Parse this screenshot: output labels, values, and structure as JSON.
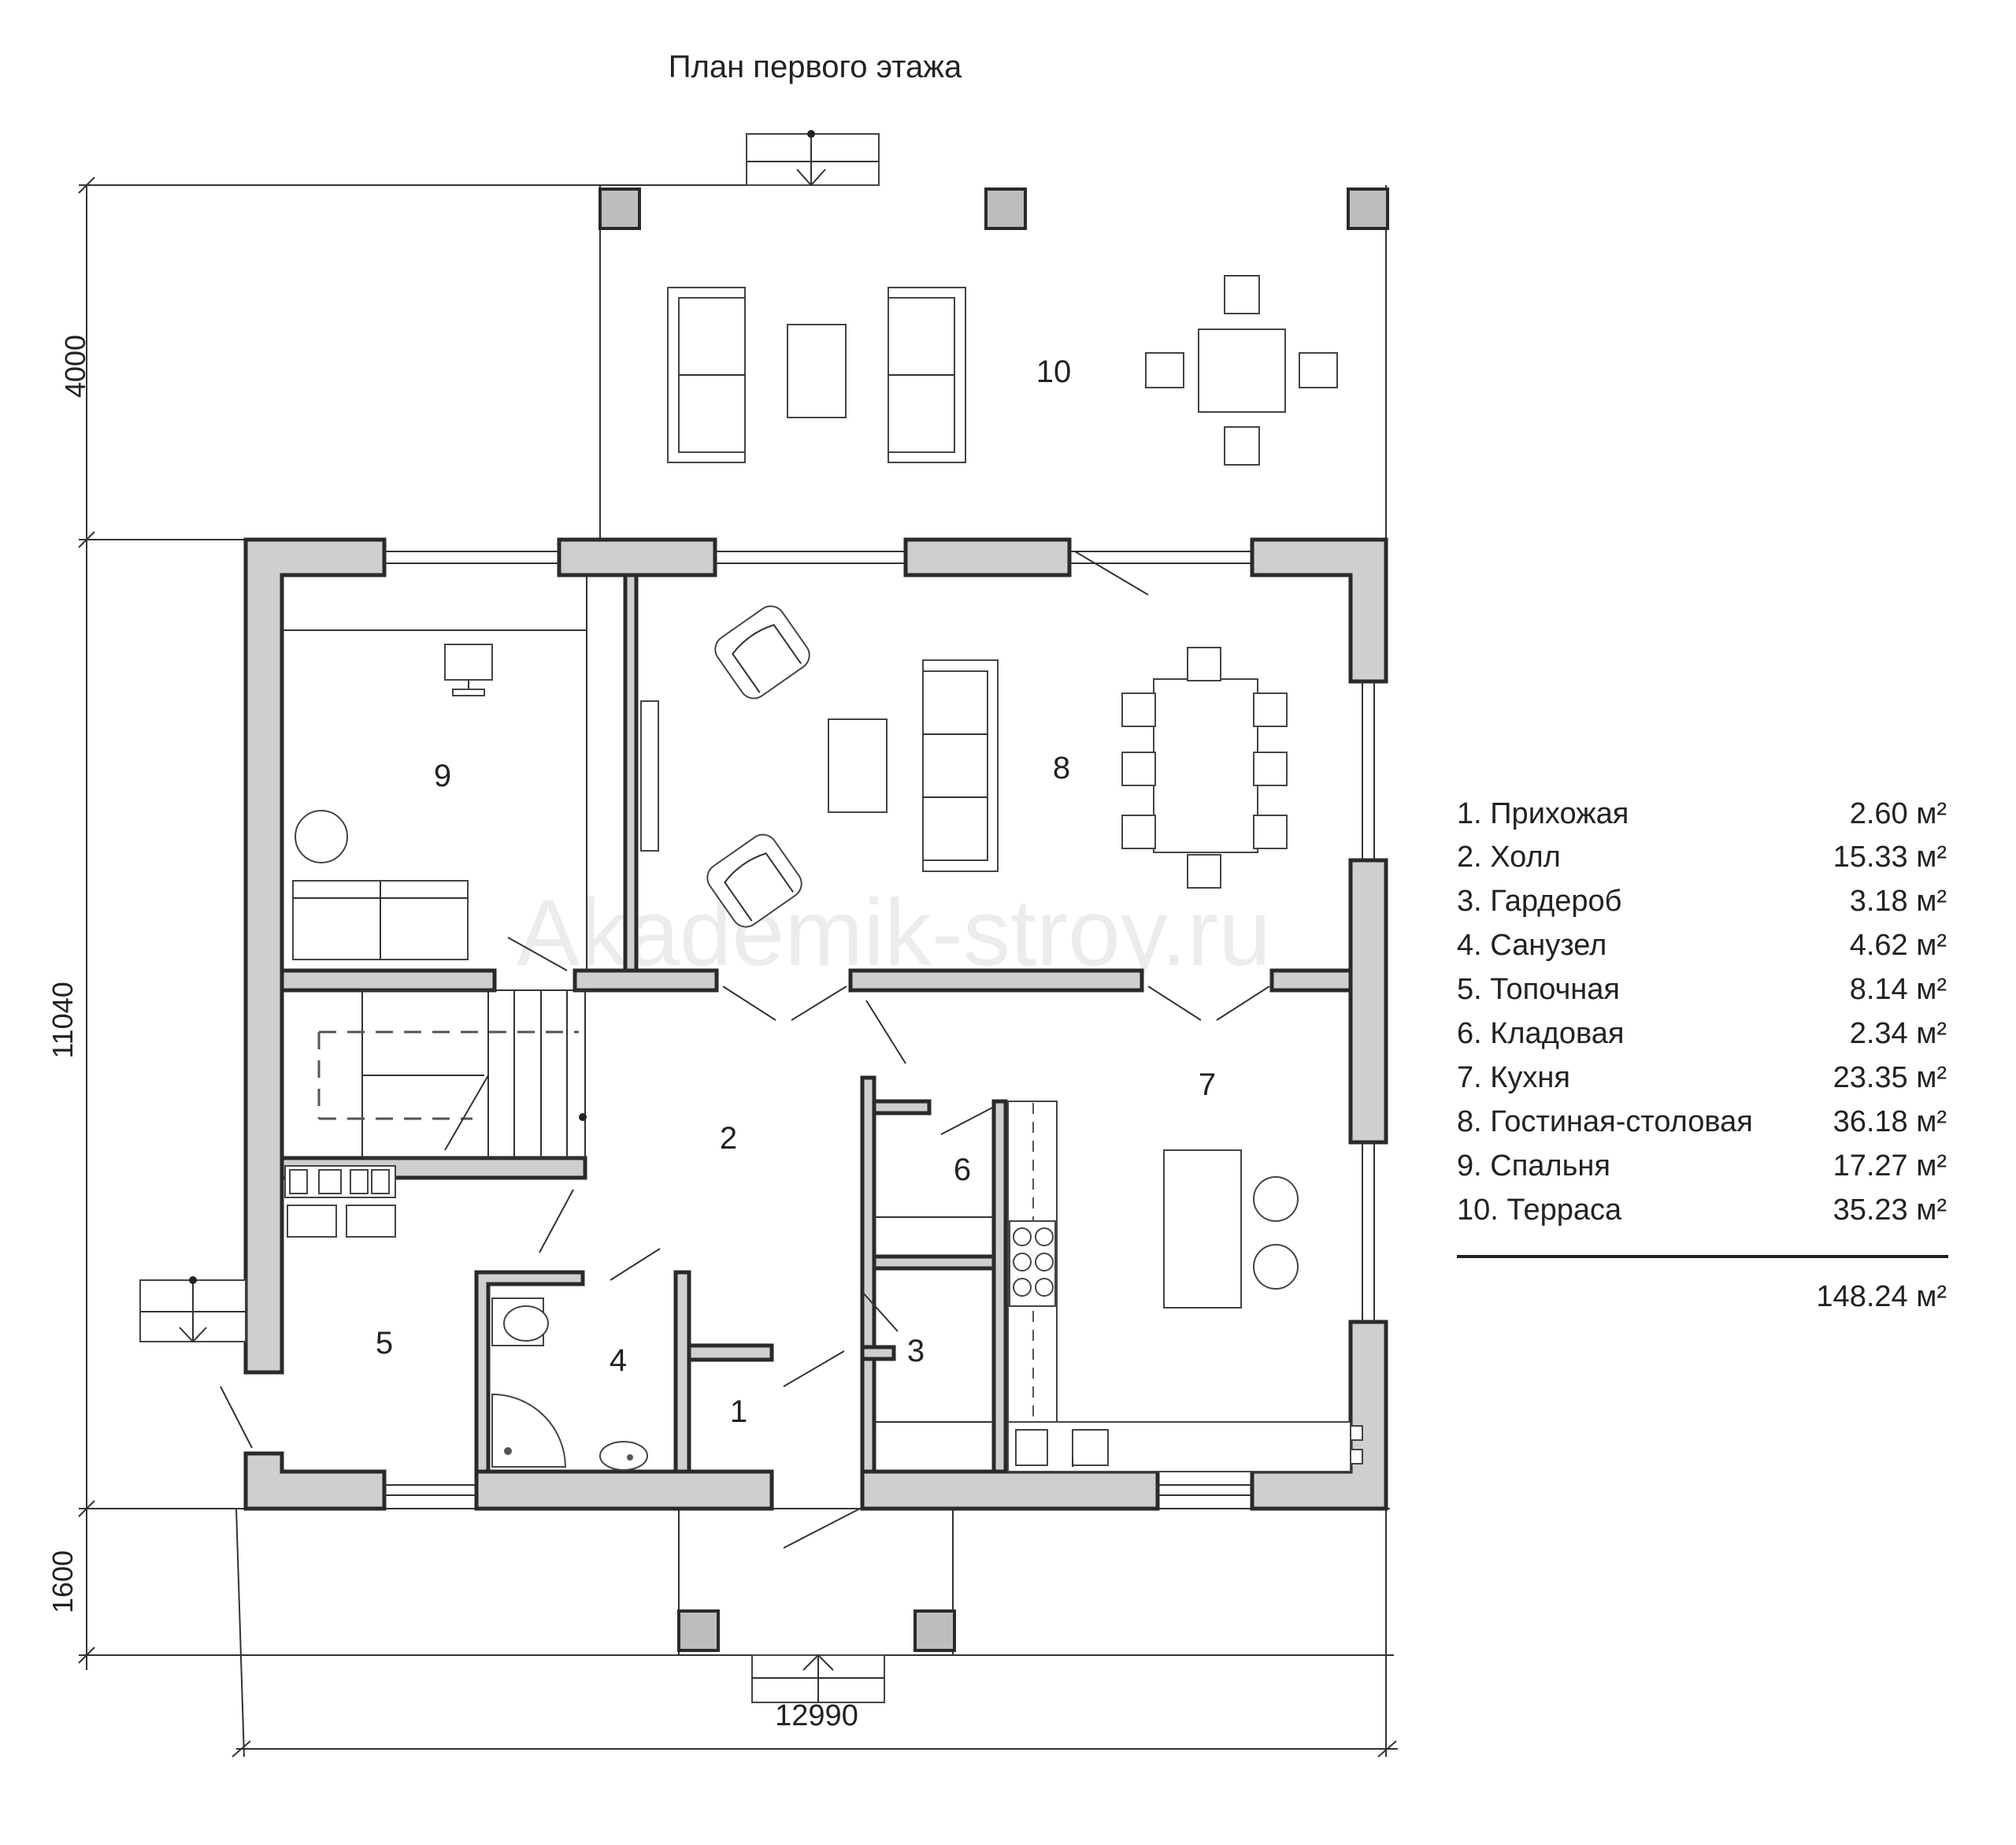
{
  "title": "План первого этажа",
  "watermark": "Akademik-stroy.ru",
  "dimensions": {
    "top_depth": "4000",
    "main_depth": "11040",
    "front_depth": "1600",
    "width": "12990"
  },
  "room_numbers": [
    "1",
    "2",
    "3",
    "4",
    "5",
    "6",
    "7",
    "8",
    "9",
    "10"
  ],
  "legend": [
    {
      "name": "1. Прихожая",
      "area": "2.60 м²"
    },
    {
      "name": "2. Холл",
      "area": "15.33 м²"
    },
    {
      "name": "3. Гардероб",
      "area": "3.18 м²"
    },
    {
      "name": "4. Санузел",
      "area": "4.62 м²"
    },
    {
      "name": "5. Топочная",
      "area": "8.14 м²"
    },
    {
      "name": "6. Кладовая",
      "area": "2.34 м²"
    },
    {
      "name": "7. Кухня",
      "area": "23.35 м²"
    },
    {
      "name": "8. Гостиная-столовая",
      "area": "36.18 м²"
    },
    {
      "name": "9. Спальня",
      "area": "17.27 м²"
    },
    {
      "name": "10. Терраса",
      "area": "35.23 м²"
    }
  ],
  "total_area": "148.24 м²",
  "colors": {
    "wall_fill": "#cfcfcf",
    "line": "#2a2a2a"
  }
}
